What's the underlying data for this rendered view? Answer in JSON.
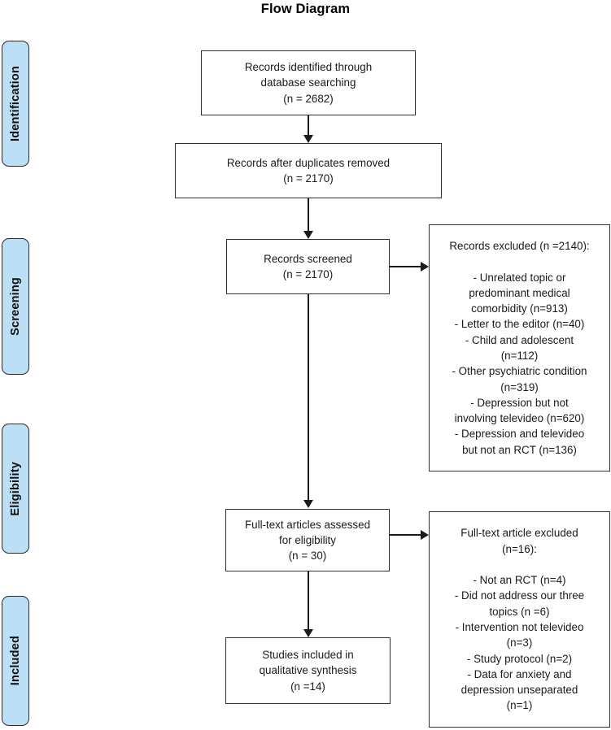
{
  "title": "Flow Diagram",
  "stages": [
    {
      "label": "Identification"
    },
    {
      "label": "Screening"
    },
    {
      "label": "Eligibility"
    },
    {
      "label": "Included"
    }
  ],
  "boxes": {
    "identified": "Records identified through\ndatabase searching\n(n = 2682)",
    "after_duplicates": "Records after duplicates removed\n(n = 2170)",
    "screened": "Records screened\n(n = 2170)",
    "records_excluded": "Records excluded (n =2140):\n\n- Unrelated topic or\npredominant medical\ncomorbidity (n=913)\n- Letter to the editor (n=40)\n- Child and adolescent\n(n=112)\n- Other psychiatric condition\n(n=319)\n- Depression but not\ninvolving televideo (n=620)\n- Depression and televideo\nbut not an RCT (n=136)",
    "fulltext_assessed": "Full-text articles assessed\nfor eligibility\n(n = 30)",
    "fulltext_excluded": "Full-text article excluded\n(n=16):\n\n- Not an RCT (n=4)\n- Did not address our three\ntopics (n =6)\n- Intervention not televideo\n(n=3)\n- Study protocol (n=2)\n- Data for anxiety and\ndepression unseparated\n(n=1)",
    "included": "Studies included in\nqualitative synthesis\n(n =14)"
  },
  "counts": {
    "identified": 2682,
    "after_duplicates": 2170,
    "screened": 2170,
    "records_excluded_total": 2140,
    "records_excluded_reasons": [
      {
        "reason": "Unrelated topic or predominant medical comorbidity",
        "n": 913
      },
      {
        "reason": "Letter to the editor",
        "n": 40
      },
      {
        "reason": "Child and adolescent",
        "n": 112
      },
      {
        "reason": "Other psychiatric condition",
        "n": 319
      },
      {
        "reason": "Depression but not involving televideo",
        "n": 620
      },
      {
        "reason": "Depression and televideo but not an RCT",
        "n": 136
      }
    ],
    "fulltext_assessed": 30,
    "fulltext_excluded_total": 16,
    "fulltext_excluded_reasons": [
      {
        "reason": "Not an RCT",
        "n": 4
      },
      {
        "reason": "Did not address our three topics",
        "n": 6
      },
      {
        "reason": "Intervention not televideo",
        "n": 3
      },
      {
        "reason": "Study protocol",
        "n": 2
      },
      {
        "reason": "Data for anxiety and depression unseparated",
        "n": 1
      }
    ],
    "included": 14
  },
  "colors": {
    "stage_tab_fill": "#bcdff5",
    "stage_tab_border": "#2b2b2b",
    "box_border": "#2f2f2f",
    "connector": "#1a1a1a",
    "background": "#ffffff",
    "text": "#1a1a1a"
  }
}
